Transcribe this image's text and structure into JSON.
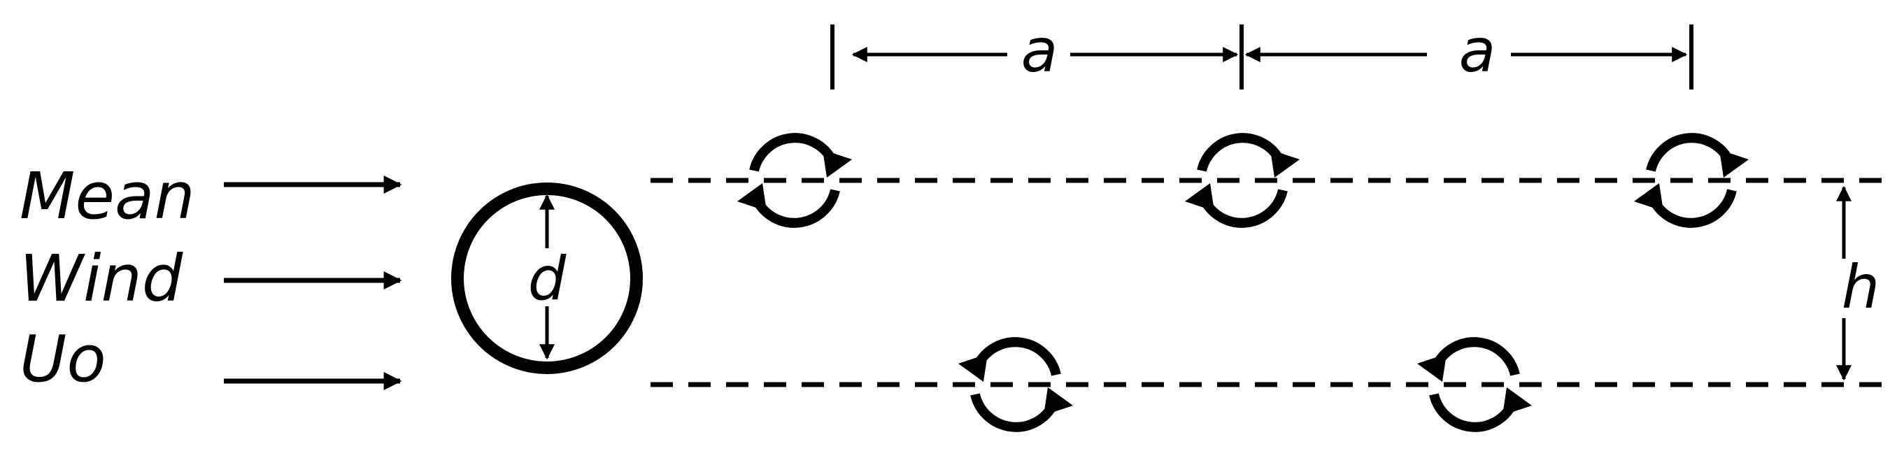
{
  "labels": {
    "wind_line1": "Mean",
    "wind_line2": "Wind",
    "wind_line3": "Uo",
    "cylinder_diameter": "d",
    "spacing_1": "a",
    "spacing_2": "a",
    "row_separation": "h"
  },
  "colors": {
    "ink": "#000000",
    "background": "#ffffff"
  },
  "vortex_street": {
    "upper_row_vortices": 3,
    "lower_row_vortices": 2,
    "upper_row_rotation": "clockwise",
    "lower_row_rotation": "counter-clockwise"
  }
}
